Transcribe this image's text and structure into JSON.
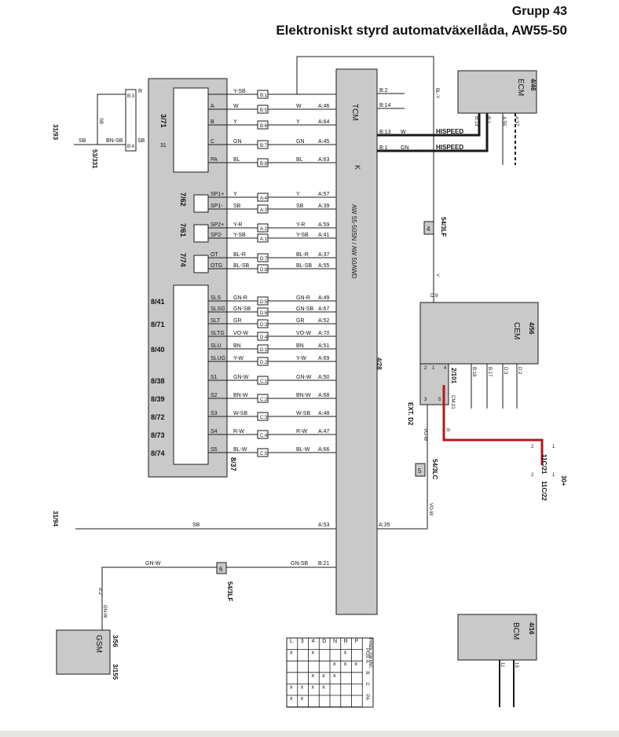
{
  "header": {
    "group": "Grupp 43",
    "title": "Elektroniskt styrd automatväxellåda, AW55-50"
  },
  "colors": {
    "box": "#c9c9c9",
    "line": "#1a1a1a",
    "red": "#b1181f"
  },
  "tcm": {
    "label": "TCM",
    "k": "K",
    "model": "AW 55-50SN / AW 50AWD",
    "ref": "4/28",
    "pins": [
      "B:2",
      "B:14",
      "B:13",
      "B:1"
    ]
  },
  "ecm": {
    "label": "ECM",
    "ref": "4/46",
    "pins": [
      "B:13",
      "B:1",
      "A:55",
      "A:37"
    ]
  },
  "cem": {
    "label": "CEM",
    "ref": "4/56",
    "pins": [
      "B:18",
      "B:17",
      "D:3",
      "D:2"
    ],
    "top": "D:9"
  },
  "gsm": {
    "label": "GSM",
    "ref": "3/56",
    "ref2": "3/155"
  },
  "bcm": {
    "label": "BCM",
    "ref": "4/16",
    "pins": [
      "11",
      "15"
    ]
  },
  "connectors": {
    "c1": "54/3LF",
    "c1n": "4",
    "c2": "54/3LC",
    "c2n": "5",
    "c3": "54/3LF",
    "c3n": "6",
    "top_wire": "BL-Y",
    "top_y": "Y",
    "vo_w": "VO-W"
  },
  "hispeed": {
    "w1": "HISPEED",
    "w2": "HISPEED",
    "c1": "W",
    "c2": "GN"
  },
  "switch": {
    "ref": "3/71",
    "frame": "8/37",
    "rows": [
      {
        "name": "",
        "color": "Y-SB",
        "pin": "B:1",
        "rcolor": "",
        "rpin": ""
      },
      {
        "name": "A",
        "color": "W",
        "pin": "B:5",
        "rcolor": "W",
        "rpin": "A:46"
      },
      {
        "name": "B",
        "color": "Y",
        "pin": "B:6",
        "rcolor": "Y",
        "rpin": "A:64"
      },
      {
        "name": "C",
        "color": "GN",
        "pin": "B:7",
        "rcolor": "GN",
        "rpin": "A:45"
      },
      {
        "name": "PA",
        "color": "BL",
        "pin": "B:8",
        "rcolor": "BL",
        "rpin": "A:63"
      }
    ]
  },
  "ext": {
    "ref1": "31/93",
    "sb": "SB",
    "bnsb": "BN-SB",
    "sb2": "SB",
    "ref2": "53/331",
    "pin31": "31",
    "r": "R",
    "b3": "B:3",
    "b4": "B:4",
    "sb_v": "SB"
  },
  "sensors": [
    {
      "ref": "7/62",
      "rows": [
        {
          "n": "SP1+",
          "c": "Y",
          "p": "A:4",
          "rc": "Y",
          "rp": "A:57"
        },
        {
          "n": "SP1-",
          "c": "SB",
          "p": "A:3",
          "rc": "SB",
          "rp": "A:39"
        }
      ]
    },
    {
      "ref": "7/61",
      "rows": [
        {
          "n": "SP2+",
          "c": "Y-R",
          "p": "A:2",
          "rc": "Y-R",
          "rp": "A:59"
        },
        {
          "n": "SP2-",
          "c": "Y-SB",
          "p": "A:1",
          "rc": "Y-SB",
          "rp": "A:41"
        }
      ]
    },
    {
      "ref": "7/74",
      "rows": [
        {
          "n": "OT",
          "c": "BL-R",
          "p": "D:7",
          "rc": "BL-R",
          "rp": "A:37"
        },
        {
          "n": "OTG",
          "c": "BL-SB",
          "p": "D:8",
          "rc": "BL-SB",
          "rp": "A:55"
        }
      ]
    }
  ],
  "valves": [
    {
      "ref": "8/41",
      "n": "SLS",
      "c": "GN-R",
      "p": "D:5",
      "rc": "GN-R",
      "rp": "A:49"
    },
    {
      "ref": "",
      "n": "SLSG",
      "c": "GN-SB",
      "p": "D:6",
      "rc": "GN-SB",
      "rp": "A:67"
    },
    {
      "ref": "8/71",
      "n": "SLT",
      "c": "GR",
      "p": "D:3",
      "rc": "GR",
      "rp": "A:52"
    },
    {
      "ref": "",
      "n": "SLTG",
      "c": "VO-W",
      "p": "D:4",
      "rc": "VO-W",
      "rp": "A:70"
    },
    {
      "ref": "8/40",
      "n": "SLU",
      "c": "BN",
      "p": "D:1",
      "rc": "BN",
      "rp": "A:51"
    },
    {
      "ref": "",
      "n": "SLUG",
      "c": "Y-W",
      "p": "D:2",
      "rc": "Y-W",
      "rp": "A:69"
    },
    {
      "ref": "8/38",
      "n": "S1",
      "c": "GN-W",
      "p": "C:1",
      "rc": "GN-W",
      "rp": "A:50"
    },
    {
      "ref": "8/39",
      "n": "S2",
      "c": "BN-W",
      "p": "C:2",
      "rc": "BN-W",
      "rp": "A:68"
    },
    {
      "ref": "8/72",
      "n": "S3",
      "c": "W-SB",
      "p": "C:3",
      "rc": "W-SB",
      "rp": "A:48"
    },
    {
      "ref": "8/73",
      "n": "S4",
      "c": "R-W",
      "p": "C:4",
      "rc": "R-W",
      "rp": "A:47"
    },
    {
      "ref": "8/74",
      "n": "S5",
      "c": "BL-W",
      "p": "C:5",
      "rc": "BL-W",
      "rp": "A:66"
    }
  ],
  "ground": {
    "ref": "31/94",
    "c": "SB",
    "p": "A:53",
    "p2": "A:35"
  },
  "bus": {
    "c1": "GN-W",
    "c2": "GN-SB",
    "p": "B:21",
    "a2": "A:2",
    "c3": "GN-W"
  },
  "relay": {
    "ref": "2/101",
    "ext": "EXT. D2",
    "cm": "CM:21",
    "pins": [
      "2",
      "1",
      "4",
      "3",
      "5"
    ],
    "r": "R",
    "vow": "VO-W"
  },
  "splice": {
    "a": "11C/21",
    "b": "11C/22",
    "p30": "30+",
    "pins": [
      "1",
      "2",
      "1",
      "2"
    ]
  },
  "table": {
    "header": [
      "PRNDL SW ENC.",
      "POS",
      "A",
      "B",
      "C",
      "PA"
    ],
    "rows": [
      [
        "P",
        "",
        "x",
        "",
        "",
        ""
      ],
      [
        "R",
        "x",
        "x",
        "",
        "",
        ""
      ],
      [
        "N",
        "",
        "x",
        "x",
        "",
        ""
      ],
      [
        "D",
        "",
        "",
        "x",
        "x",
        ""
      ],
      [
        "4",
        "x",
        "",
        "x",
        "x",
        ""
      ],
      [
        "3",
        "",
        "",
        "",
        "x",
        "x"
      ],
      [
        "L",
        "x",
        "",
        "",
        "x",
        "x"
      ]
    ]
  }
}
